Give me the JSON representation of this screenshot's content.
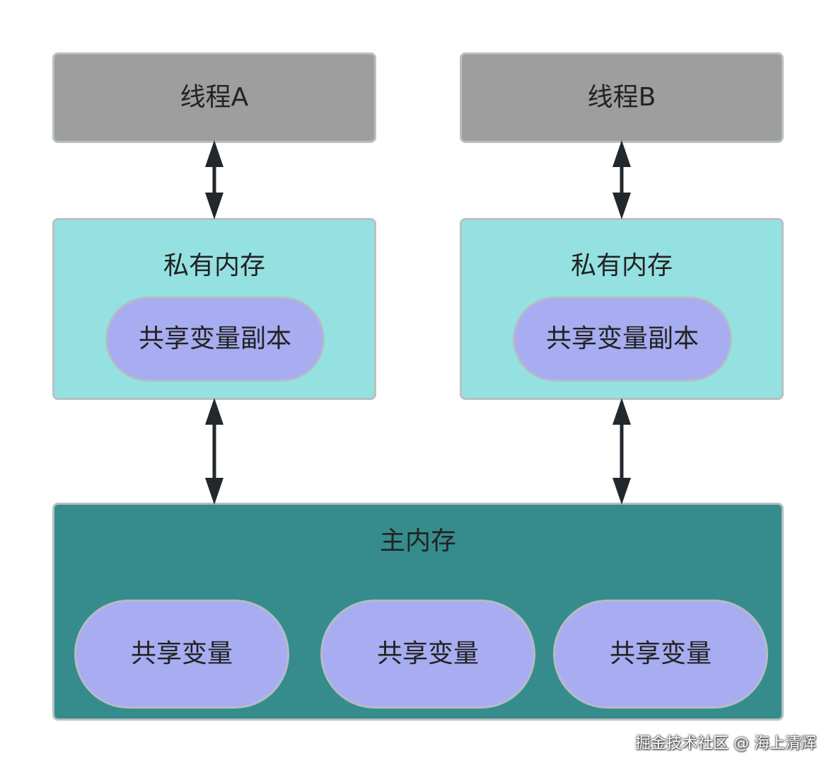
{
  "diagram": {
    "thread_a": {
      "label": "线程A"
    },
    "thread_b": {
      "label": "线程B"
    },
    "private_a": {
      "title": "私有内存",
      "copy_label": "共享变量副本"
    },
    "private_b": {
      "title": "私有内存",
      "copy_label": "共享变量副本"
    },
    "main_memory": {
      "title": "主内存",
      "variables": [
        "共享变量",
        "共享变量",
        "共享变量"
      ]
    }
  },
  "watermark": "掘金技术社区 @ 海上清辉",
  "colors": {
    "thread": "#9e9e9e",
    "private_memory": "#95e1e2",
    "main_memory": "#368c8c",
    "variable": "#a7adf0",
    "arrow": "#23282c"
  }
}
